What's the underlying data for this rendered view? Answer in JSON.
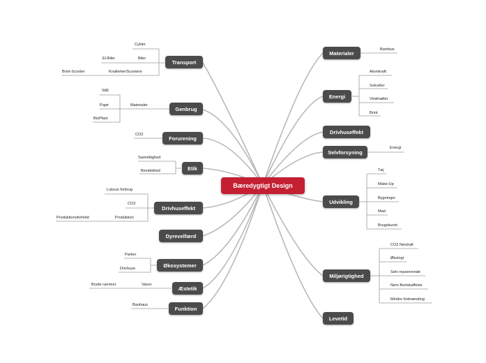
{
  "root": "Bæredygtigt Design",
  "topics": {
    "transport": {
      "label": "Transport",
      "children": [
        "Cykler",
        "Biler",
        "El-Biler",
        "Knallerter/Scootere",
        "Brint-Scooter"
      ]
    },
    "genbrug": {
      "label": "Genbrug",
      "children": [
        "Materialer",
        "Stål",
        "Papir",
        "BioPlast"
      ]
    },
    "forurening": {
      "label": "Forurening",
      "children": [
        "CO2"
      ]
    },
    "etik": {
      "label": "Etik",
      "children": [
        "Samvittighed",
        "Bevidsthed"
      ]
    },
    "drivhuseffekt_left": {
      "label": "Drivhuseffekt",
      "children": [
        "Luksus forbrug",
        "CO2",
        "Produktion",
        "Produktionsforhold"
      ]
    },
    "dyrevelfaerd": {
      "label": "Dyrevelfærd",
      "children": []
    },
    "okosystemer": {
      "label": "Økosystemer",
      "children": [
        "Parker",
        "Drivhuse"
      ]
    },
    "aestetik": {
      "label": "Æstetik",
      "children": [
        "Vaner",
        "Bryde rammer"
      ]
    },
    "funktion": {
      "label": "Funktion",
      "children": [
        "Bauhaus"
      ]
    },
    "materialer": {
      "label": "Materialer",
      "children": [
        "Bambus"
      ]
    },
    "energi": {
      "label": "Energi",
      "children": [
        "Atomkraft",
        "Solceller",
        "Vindmøller",
        "Brint"
      ]
    },
    "drivhuseffekt_right": {
      "label": "Drivhuseffekt",
      "children": []
    },
    "selvforsyning": {
      "label": "Selvforsyning",
      "children": [
        "Energi"
      ]
    },
    "udvikling": {
      "label": "Udvikling",
      "children": [
        "Tøj",
        "Make-Up",
        "Bygninger",
        "Mad",
        "Brugskunst"
      ]
    },
    "miljorigtighed": {
      "label": "Miljørigtighed",
      "children": [
        "CO2 Neutralt",
        "Økologi",
        "Selv reparerende",
        "Nem Bortskaffelse",
        "Mindre forbrænding"
      ]
    },
    "levetid": {
      "label": "Levetid",
      "children": []
    }
  },
  "colors": {
    "root": "#c42032",
    "topic": "#4b4b4b",
    "connector": "#b5b5b5",
    "leaf_line": "#9a9a9a"
  }
}
